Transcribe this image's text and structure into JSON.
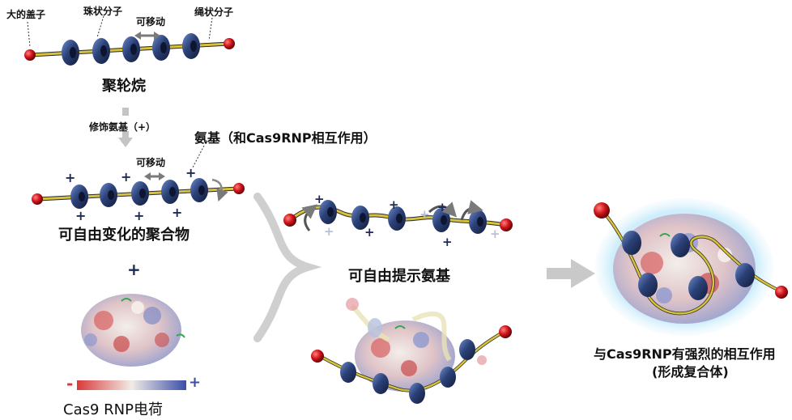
{
  "labels": {
    "cap": "大的盖子",
    "bead": "珠状分子",
    "movable_top": "可移动",
    "rope": "绳状分子",
    "polyrotaxane": "聚轮烷",
    "modify": "修饰氨基（+）",
    "amino_interact": "氨基（和Cas9RNP相互作用）",
    "movable_mid": "可移动",
    "free_polymer": "可自由变化的聚合物",
    "plus_join": "+",
    "free_amino": "可自由提示氨基",
    "strong_interact": "与Cas9RNP有强烈的相互作用",
    "complex": "(形成复合体)",
    "charge_title": "Cas9 RNP电荷",
    "neg": "-",
    "pos": "+"
  },
  "colors": {
    "ring": "#24396b",
    "ring_highlight": "#5f7fbf",
    "axle": "#d8c23a",
    "cap": "#c8141a",
    "charge": "#1f2a52",
    "arrow": "#bdbdbd",
    "negative": "#d83a3a",
    "positive": "#3b4fa8"
  }
}
